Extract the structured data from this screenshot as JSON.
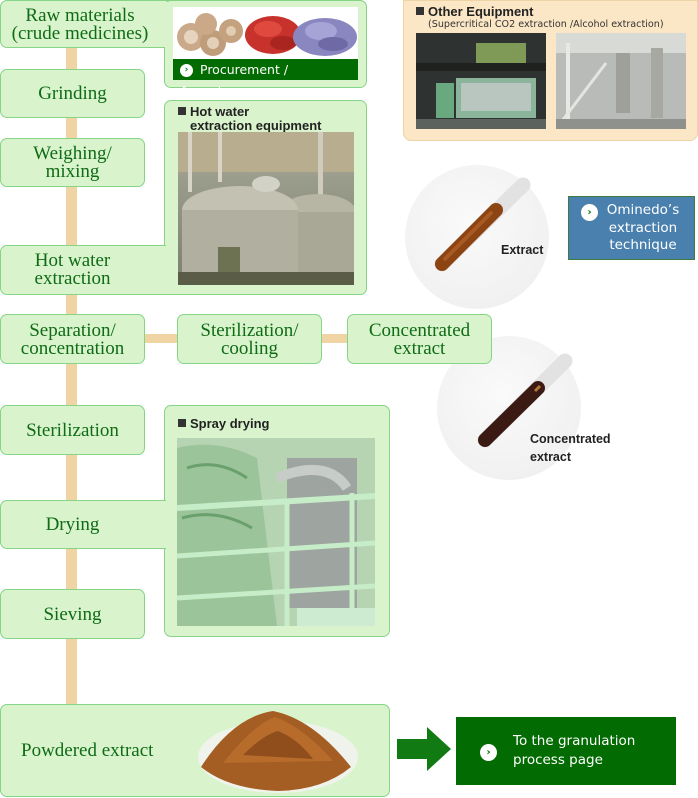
{
  "steps": {
    "raw_materials": "Raw materials\n(crude medicines)",
    "grinding": "Grinding",
    "weighing": "Weighing/\nmixing",
    "hot_water": "Hot water\nextraction",
    "separation": "Separation/\nconcentration",
    "sterilization_cooling": "Sterilization/\ncooling",
    "concentrated_extract": "Concentrated\nextract",
    "sterilization": "Sterilization",
    "drying": "Drying",
    "sieving": "Sieving",
    "powdered_extract": "Powdered extract"
  },
  "panels": {
    "procurement_link": "Procurement / Acceptance",
    "hot_water_equipment_line1": "Hot water",
    "hot_water_equipment_line2": "extraction equipment",
    "spray_drying": "Spray drying",
    "other_equipment_title": "Other Equipment",
    "other_equipment_sub": "(Supercritical CO2 extraction /Alcohol extraction)"
  },
  "samples": {
    "extract_label": "Extract",
    "concentrated_label_line1": "Concentrated",
    "concentrated_label_line2": "extract"
  },
  "links": {
    "technique_line1": "Ominedo’s",
    "technique_line2": "extraction",
    "technique_line3": "technique",
    "granulation_line1": "To the granulation",
    "granulation_line2": "process page",
    "chevron": "›"
  },
  "colors": {
    "box_fill": "#d9f4cc",
    "box_border": "#86d486",
    "step_text": "#0f6b16",
    "connector": "#f0d4a4",
    "link_green": "#026b02",
    "link_blue": "#4a80ad",
    "other_panel": "#fbe7c6"
  }
}
